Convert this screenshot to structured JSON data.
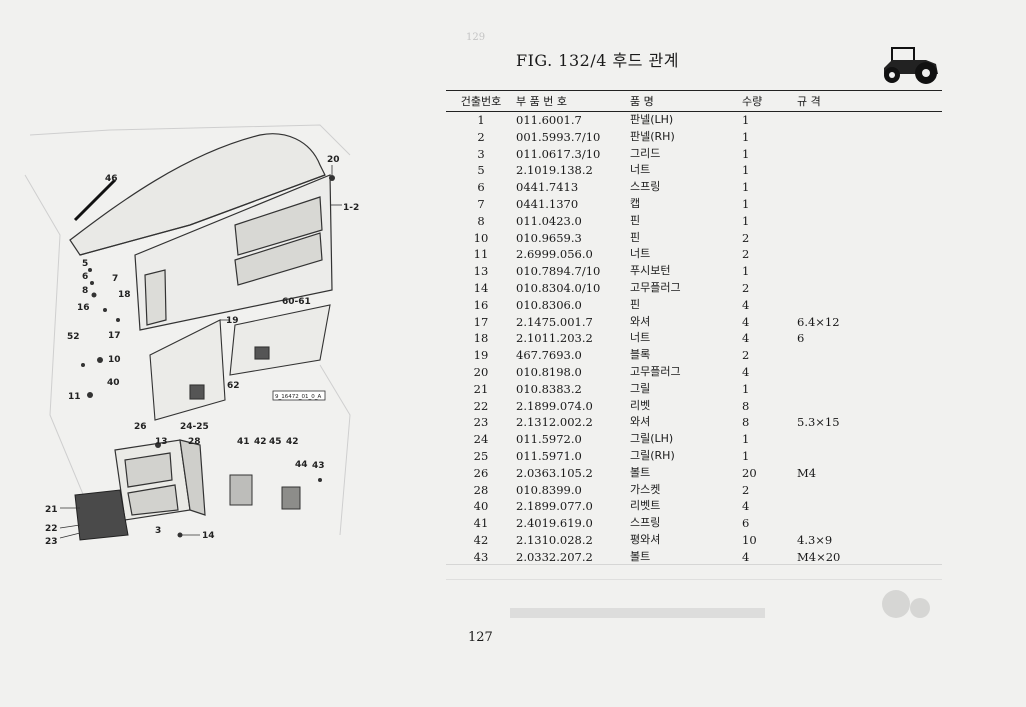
{
  "figure": {
    "title": "FIG. 132/4 후드 관계",
    "diagram_ref": "9_16472_01_0_A"
  },
  "table": {
    "headers": {
      "no": "건출번호",
      "part": "부 품 번 호",
      "name": "품      명",
      "qty": "수량",
      "spec": "규                격"
    },
    "rows": [
      {
        "no": "1",
        "part": "011.6001.7",
        "name": "판넬(LH)",
        "qty": "1",
        "spec": ""
      },
      {
        "no": "2",
        "part": "001.5993.7/10",
        "name": "판넬(RH)",
        "qty": "1",
        "spec": ""
      },
      {
        "no": "3",
        "part": "011.0617.3/10",
        "name": "그리드",
        "qty": "1",
        "spec": ""
      },
      {
        "no": "5",
        "part": "2.1019.138.2",
        "name": "너트",
        "qty": "1",
        "spec": ""
      },
      {
        "no": "6",
        "part": "0441.7413",
        "name": "스프링",
        "qty": "1",
        "spec": ""
      },
      {
        "no": "7",
        "part": "0441.1370",
        "name": "캡",
        "qty": "1",
        "spec": ""
      },
      {
        "no": "8",
        "part": "011.0423.0",
        "name": "핀",
        "qty": "1",
        "spec": ""
      },
      {
        "no": "10",
        "part": "010.9659.3",
        "name": "핀",
        "qty": "2",
        "spec": ""
      },
      {
        "no": "11",
        "part": "2.6999.056.0",
        "name": "너트",
        "qty": "2",
        "spec": ""
      },
      {
        "no": "13",
        "part": "010.7894.7/10",
        "name": "푸시보턴",
        "qty": "1",
        "spec": ""
      },
      {
        "no": "14",
        "part": "010.8304.0/10",
        "name": "고무플러그",
        "qty": "2",
        "spec": ""
      },
      {
        "no": "16",
        "part": "010.8306.0",
        "name": "핀",
        "qty": "4",
        "spec": ""
      },
      {
        "no": "17",
        "part": "2.1475.001.7",
        "name": "와셔",
        "qty": "4",
        "spec": "6.4×12"
      },
      {
        "no": "18",
        "part": "2.1011.203.2",
        "name": "너트",
        "qty": "4",
        "spec": "6"
      },
      {
        "no": "19",
        "part": "467.7693.0",
        "name": "블록",
        "qty": "2",
        "spec": ""
      },
      {
        "no": "20",
        "part": "010.8198.0",
        "name": "고무플러그",
        "qty": "4",
        "spec": ""
      },
      {
        "no": "21",
        "part": "010.8383.2",
        "name": "그릴",
        "qty": "1",
        "spec": ""
      },
      {
        "no": "22",
        "part": "2.1899.074.0",
        "name": "리벳",
        "qty": "8",
        "spec": ""
      },
      {
        "no": "23",
        "part": "2.1312.002.2",
        "name": "와셔",
        "qty": "8",
        "spec": "5.3×15"
      },
      {
        "no": "24",
        "part": "011.5972.0",
        "name": "그릴(LH)",
        "qty": "1",
        "spec": ""
      },
      {
        "no": "25",
        "part": "011.5971.0",
        "name": "그릴(RH)",
        "qty": "1",
        "spec": ""
      },
      {
        "no": "26",
        "part": "2.0363.105.2",
        "name": "볼트",
        "qty": "20",
        "spec": "M4"
      },
      {
        "no": "28",
        "part": "010.8399.0",
        "name": "가스켓",
        "qty": "2",
        "spec": ""
      },
      {
        "no": "40",
        "part": "2.1899.077.0",
        "name": "리벳트",
        "qty": "4",
        "spec": ""
      },
      {
        "no": "41",
        "part": "2.4019.619.0",
        "name": "스프링",
        "qty": "6",
        "spec": ""
      },
      {
        "no": "42",
        "part": "2.1310.028.2",
        "name": "평와셔",
        "qty": "10",
        "spec": "4.3×9"
      },
      {
        "no": "43",
        "part": "2.0332.207.2",
        "name": "볼트",
        "qty": "4",
        "spec": "M4×20"
      }
    ]
  },
  "callouts": [
    "20",
    "46",
    "1-2",
    "5",
    "6",
    "7",
    "8",
    "18",
    "16",
    "19",
    "60-61",
    "52",
    "17",
    "10",
    "40",
    "11",
    "62",
    "26",
    "24-25",
    "13",
    "28",
    "41",
    "42",
    "45",
    "42",
    "44",
    "43",
    "21",
    "22",
    "23",
    "3",
    "14"
  ],
  "page": {
    "number": "127",
    "ghost_top": "129"
  }
}
